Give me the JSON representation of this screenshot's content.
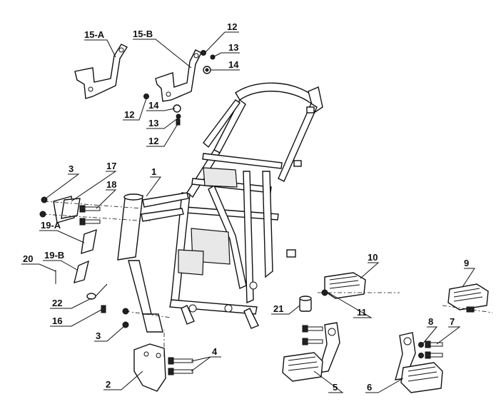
{
  "diagram": {
    "callouts": [
      {
        "id": "c15a",
        "text": "15-A"
      },
      {
        "id": "c15b",
        "text": "15-B"
      },
      {
        "id": "c12a",
        "text": "12"
      },
      {
        "id": "c13a",
        "text": "13"
      },
      {
        "id": "c14a",
        "text": "14"
      },
      {
        "id": "c12b",
        "text": "12"
      },
      {
        "id": "c14b",
        "text": "14"
      },
      {
        "id": "c13b",
        "text": "13"
      },
      {
        "id": "c12c",
        "text": "12"
      },
      {
        "id": "c3a",
        "text": "3"
      },
      {
        "id": "c17",
        "text": "17"
      },
      {
        "id": "c1",
        "text": "1"
      },
      {
        "id": "c18",
        "text": "18"
      },
      {
        "id": "c19a",
        "text": "19-A"
      },
      {
        "id": "c20",
        "text": "20"
      },
      {
        "id": "c19b",
        "text": "19-B"
      },
      {
        "id": "c22",
        "text": "22"
      },
      {
        "id": "c16",
        "text": "16"
      },
      {
        "id": "c3b",
        "text": "3"
      },
      {
        "id": "c2",
        "text": "2"
      },
      {
        "id": "c4",
        "text": "4"
      },
      {
        "id": "c21",
        "text": "21"
      },
      {
        "id": "c10",
        "text": "10"
      },
      {
        "id": "c11",
        "text": "11"
      },
      {
        "id": "c9",
        "text": "9"
      },
      {
        "id": "c8",
        "text": "8"
      },
      {
        "id": "c7",
        "text": "7"
      },
      {
        "id": "c5",
        "text": "5"
      },
      {
        "id": "c6",
        "text": "6"
      }
    ]
  }
}
